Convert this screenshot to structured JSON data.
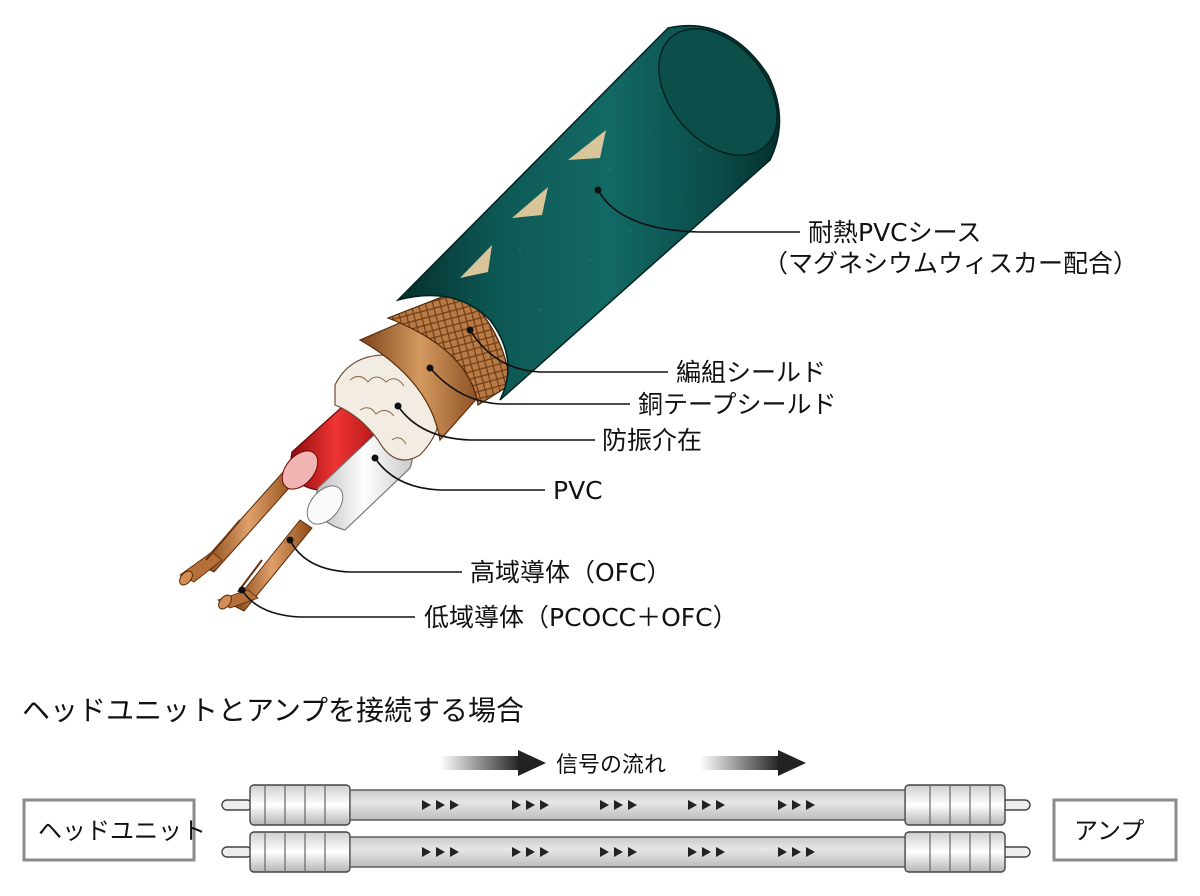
{
  "labels": {
    "jacket_line1": "耐熱PVCシース",
    "jacket_line2": "（マグネシウムウィスカー配合）",
    "braid_shield": "編組シールド",
    "copper_tape_shield": "銅テープシールド",
    "damping_filler": "防振介在",
    "pvc": "PVC",
    "high_conductor": "高域導体（OFC）",
    "low_conductor": "低域導体（PCOCC＋OFC）"
  },
  "connection": {
    "title": "ヘッドユニットとアンプを接続する場合",
    "signal_flow": "信号の流れ",
    "left_box": "ヘッドユニット",
    "right_box": "アンプ"
  },
  "colors": {
    "jacket": "#0f5b57",
    "jacket_dark": "#073b39",
    "copper": "#c8894f",
    "red_insulation": "#d92020",
    "white_insulation": "#f2f2f2",
    "conductor": "#c87a3c"
  }
}
